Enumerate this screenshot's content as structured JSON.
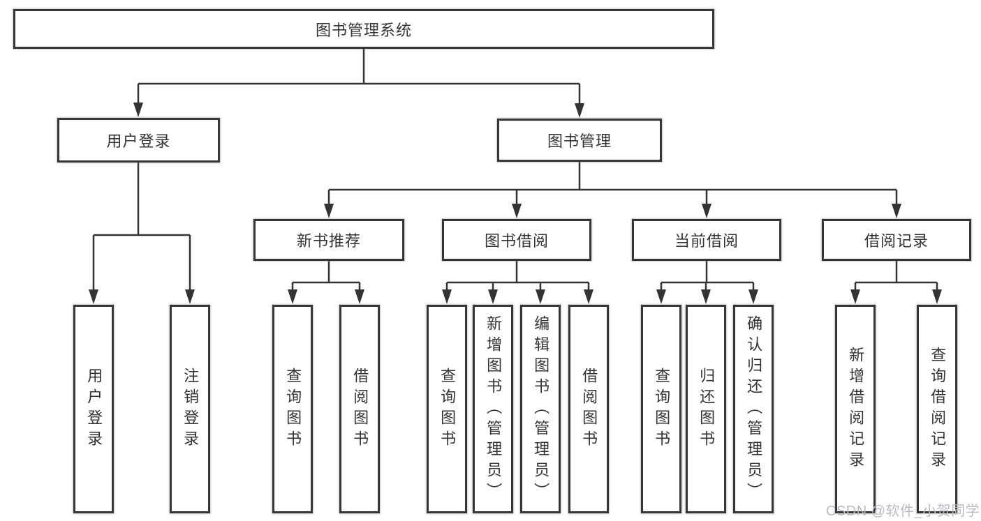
{
  "diagram": {
    "type": "hierarchy-tree",
    "nodes": {
      "root": "图书管理系统",
      "user_login": "用户登录",
      "book_management": "图书管理",
      "new_book_recommend": "新书推荐",
      "book_borrowing": "图书借阅",
      "current_borrowing": "当前借阅",
      "borrowing_records": "借阅记录",
      "leaf_user_login": "用户登录",
      "leaf_logout": "注销登录",
      "leaf_query_books_recommend": "查询图书",
      "leaf_borrow_books_recommend": "借阅图书",
      "leaf_query_books_borrowing": "查询图书",
      "leaf_add_book_admin": "新增图书（管理员）",
      "leaf_edit_book_admin": "编辑图书（管理员）",
      "leaf_borrow_books_borrowing": "借阅图书",
      "leaf_query_books_current": "查询图书",
      "leaf_return_book": "归还图书",
      "leaf_confirm_return_admin": "确认归还（管理员）",
      "leaf_add_borrow_record": "新增借阅记录",
      "leaf_query_borrow_record": "查询借阅记录"
    },
    "edges": [
      [
        "图书管理系统",
        "用户登录"
      ],
      [
        "图书管理系统",
        "图书管理"
      ],
      [
        "用户登录",
        "用户登录"
      ],
      [
        "用户登录",
        "注销登录"
      ],
      [
        "图书管理",
        "新书推荐"
      ],
      [
        "图书管理",
        "图书借阅"
      ],
      [
        "图书管理",
        "当前借阅"
      ],
      [
        "图书管理",
        "借阅记录"
      ],
      [
        "新书推荐",
        "查询图书"
      ],
      [
        "新书推荐",
        "借阅图书"
      ],
      [
        "图书借阅",
        "查询图书"
      ],
      [
        "图书借阅",
        "新增图书（管理员）"
      ],
      [
        "图书借阅",
        "编辑图书（管理员）"
      ],
      [
        "图书借阅",
        "借阅图书"
      ],
      [
        "当前借阅",
        "查询图书"
      ],
      [
        "当前借阅",
        "归还图书"
      ],
      [
        "当前借阅",
        "确认归还（管理员）"
      ],
      [
        "借阅记录",
        "新增借阅记录"
      ],
      [
        "借阅记录",
        "查询借阅记录"
      ]
    ],
    "colors": {
      "line": "#333333",
      "box_border": "#363636",
      "text": "#333333",
      "box_background": "#ffffff",
      "page_background": "#ffffff",
      "watermark": "#b7bbc1"
    },
    "watermark": "CSDN @软件_小贺同学"
  }
}
